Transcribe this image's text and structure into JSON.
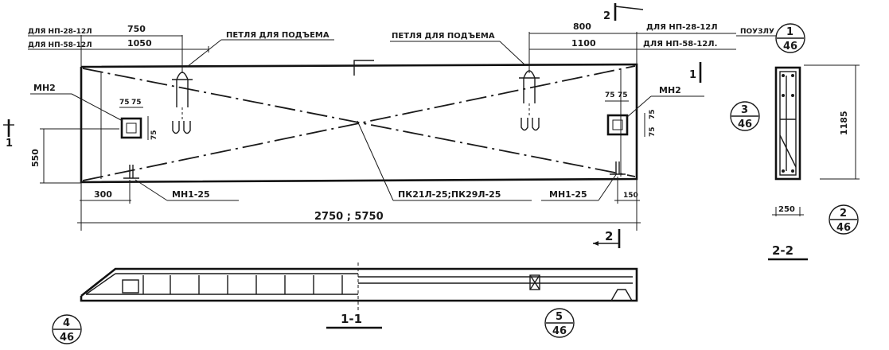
{
  "labels": {
    "for_np28": "ДЛЯ НП-28-12Л",
    "for_np58": "ДЛЯ НП-58-12Л",
    "for_np28_right": "ДЛЯ НП-28-12Л",
    "for_np58_right": "ДЛЯ НП-58-12Л.",
    "lift_loop_left": "ПЕТЛЯ ДЛЯ ПОДЪЕМА",
    "lift_loop_right": "ПЕТЛЯ ДЛЯ ПОДЪЕМА",
    "mn2_left": "МН2",
    "mn2_right": "МН2",
    "mn1_left": "МН1-25",
    "mn1_right": "МН1-25",
    "frames": "ПК21Л-25;ПК29Л-25",
    "po_uzlu": "ПОУЗЛУ",
    "section_1_1": "1-1",
    "section_2_2": "2-2",
    "cut_1": "1",
    "cut_2": "2"
  },
  "dimensions": {
    "d750": "750",
    "d1050": "1050",
    "d800": "800",
    "d1100": "1100",
    "d75a": "75",
    "d75b": "75",
    "d75c": "75",
    "d75d": "75",
    "d75e": "75",
    "d75f": "75",
    "d75g": "75",
    "d550": "550",
    "d300": "300",
    "d150": "150",
    "overall": "2750 ; 5750",
    "d1185": "1185",
    "d250": "250"
  },
  "callouts": [
    {
      "num": "1",
      "sheet": "46"
    },
    {
      "num": "2",
      "sheet": "46"
    },
    {
      "num": "3",
      "sheet": "46"
    },
    {
      "num": "4",
      "sheet": "46"
    },
    {
      "num": "5",
      "sheet": "46"
    }
  ]
}
